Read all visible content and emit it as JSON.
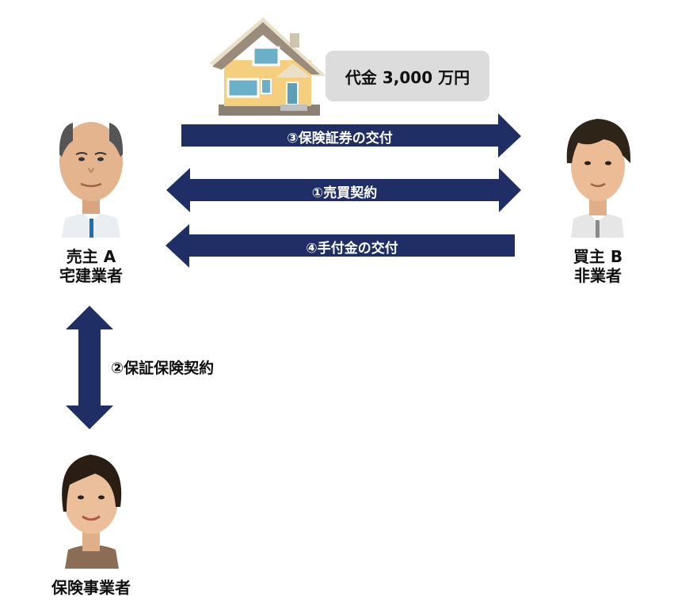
{
  "price_label": "代金 3,000 万円",
  "arrows": {
    "a3": "③保険証券の交付",
    "a1": "①売買契約",
    "a4": "④手付金の交付",
    "a2": "②保証保険契約"
  },
  "seller": {
    "line1": "売主 A",
    "line2": "宅建業者"
  },
  "buyer": {
    "line1": "買主 B",
    "line2": "非業者"
  },
  "insurer": {
    "line1": "保険事業者"
  },
  "colors": {
    "arrow": "#1f2f66",
    "price_box": "#dcdcdc"
  }
}
